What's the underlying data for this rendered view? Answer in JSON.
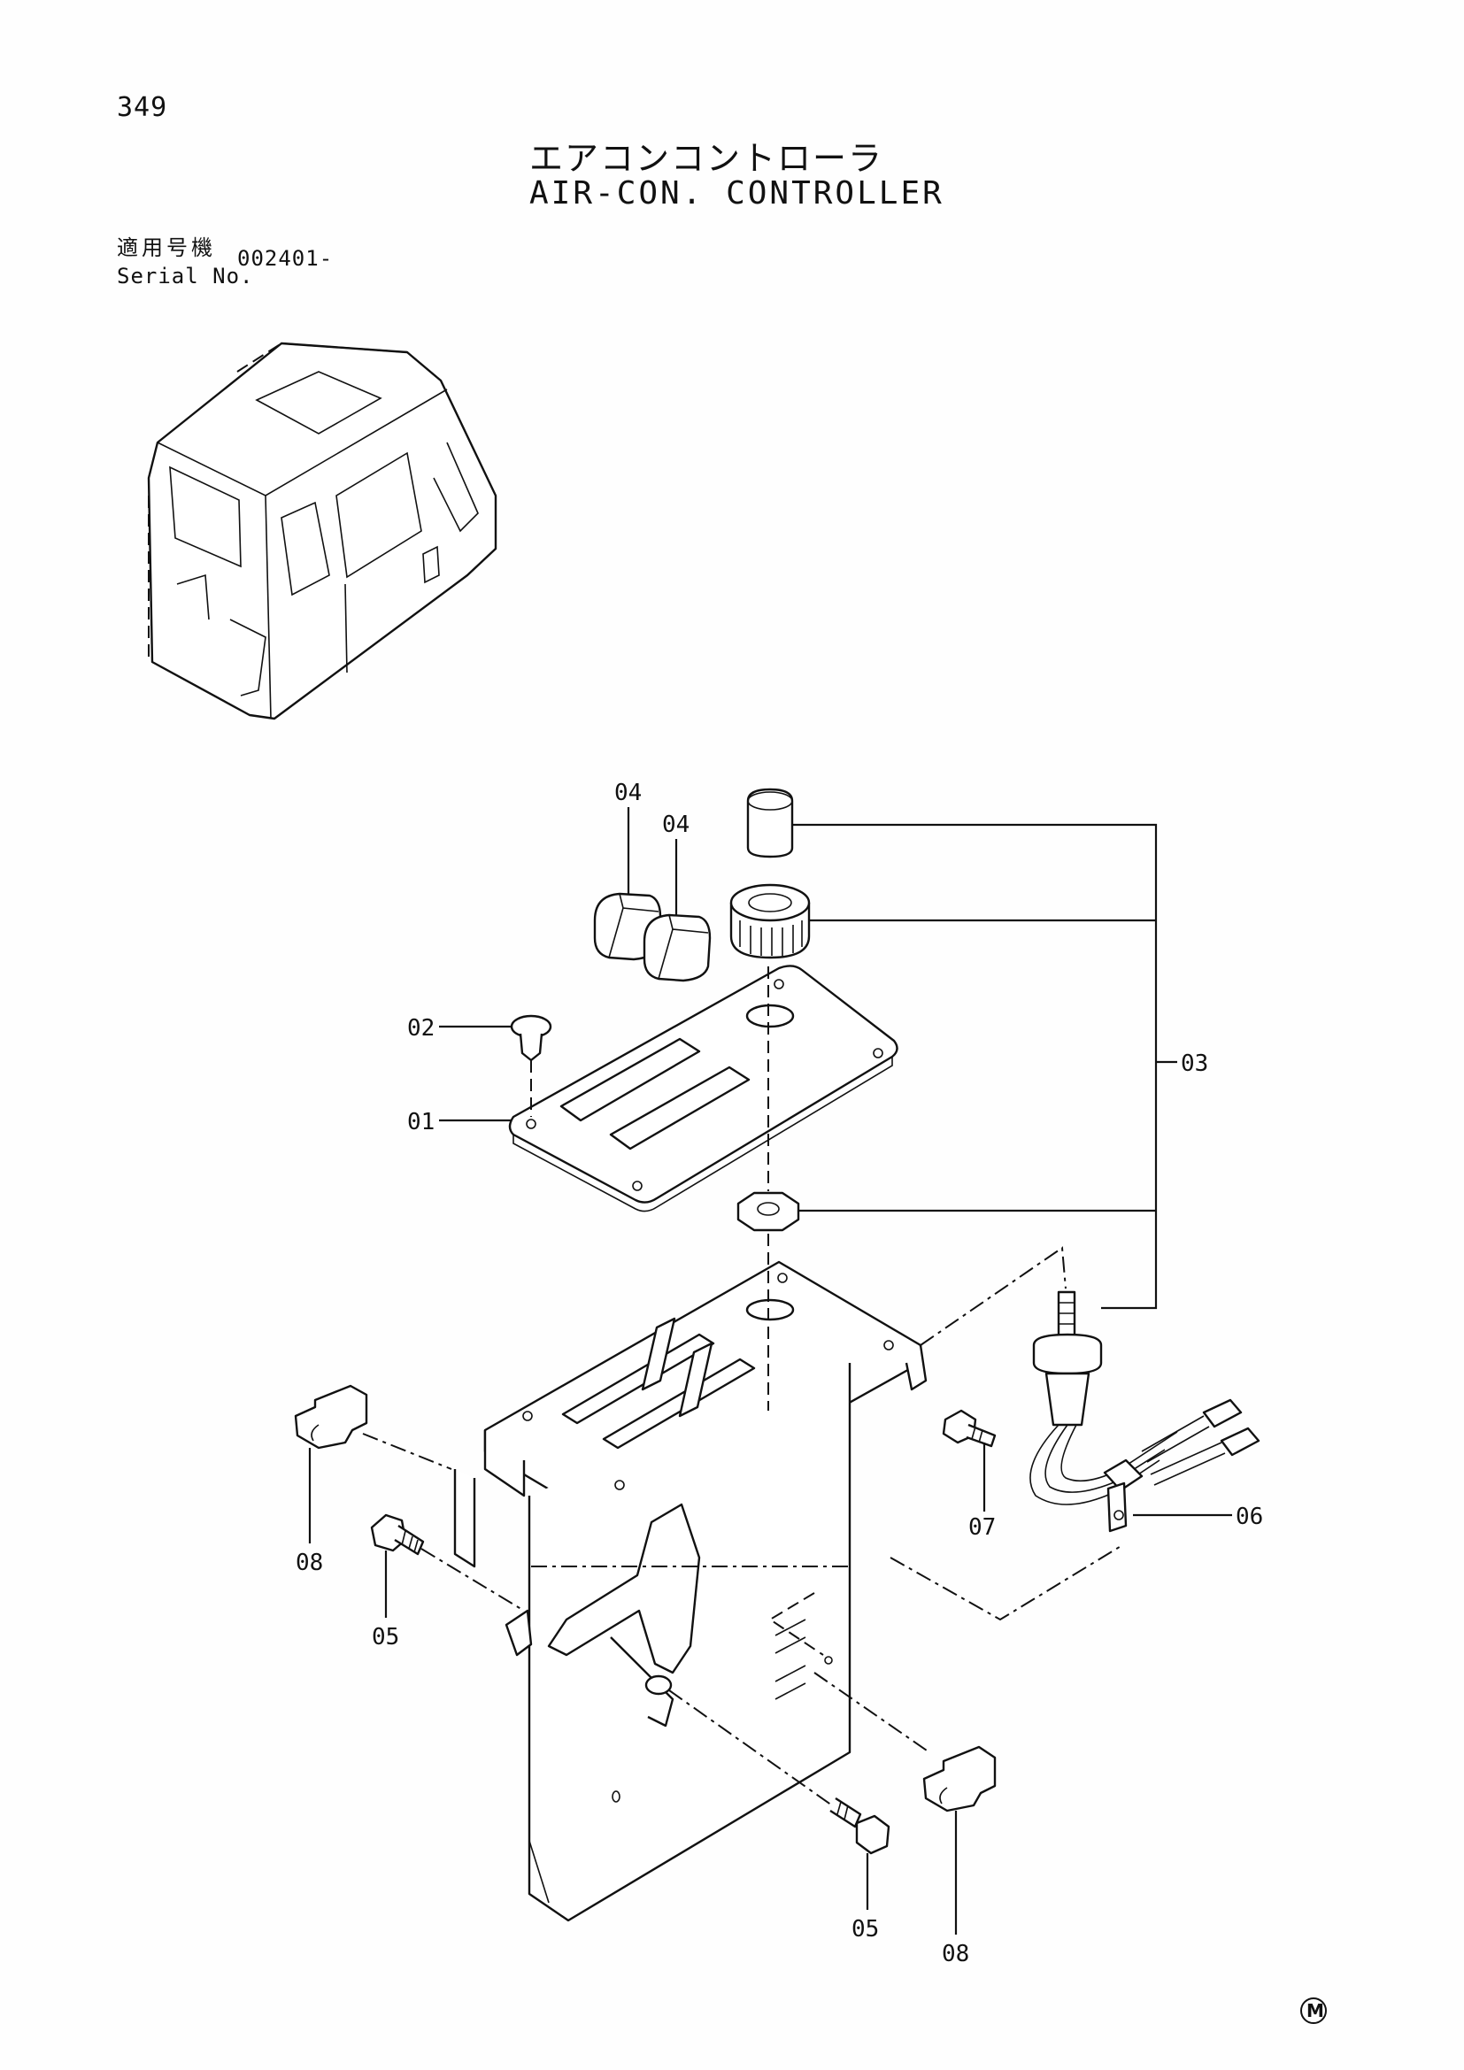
{
  "header": {
    "page_number": "349",
    "title_jp": "エアコンコントローラ",
    "title_en": "AIR-CON. CONTROLLER",
    "serial_label_jp": "適用号機",
    "serial_label_en": "Serial No.",
    "serial_value": "002401-"
  },
  "callouts": {
    "c01": "01",
    "c02": "02",
    "c03": "03",
    "c04a": "04",
    "c04b": "04",
    "c05a": "05",
    "c05b": "05",
    "c06": "06",
    "c07": "07",
    "c08a": "08",
    "c08b": "08"
  },
  "footer": {
    "mark": "M"
  }
}
